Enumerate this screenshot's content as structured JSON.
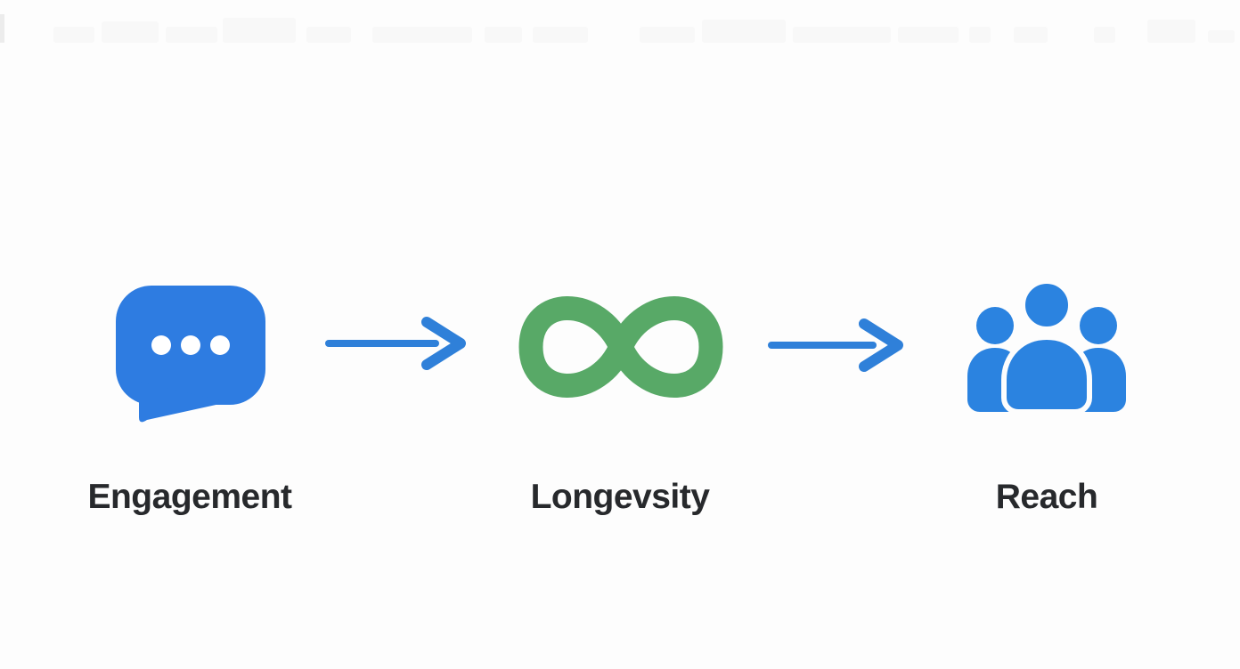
{
  "diagram": {
    "background_color": "#fdfdfd",
    "label_color": "#27292c",
    "steps": [
      {
        "label": "Engagement",
        "icon": "chat-bubble-icon",
        "color": "#2e7ce1"
      },
      {
        "label": "Longevsity",
        "icon": "infinity-icon",
        "color": "#58a967"
      },
      {
        "label": "Reach",
        "icon": "people-group-icon",
        "color": "#2b83e0"
      }
    ],
    "connectors": [
      {
        "type": "arrow-right",
        "color": "#2f80d9"
      },
      {
        "type": "arrow-right",
        "color": "#2f80d9"
      }
    ]
  }
}
